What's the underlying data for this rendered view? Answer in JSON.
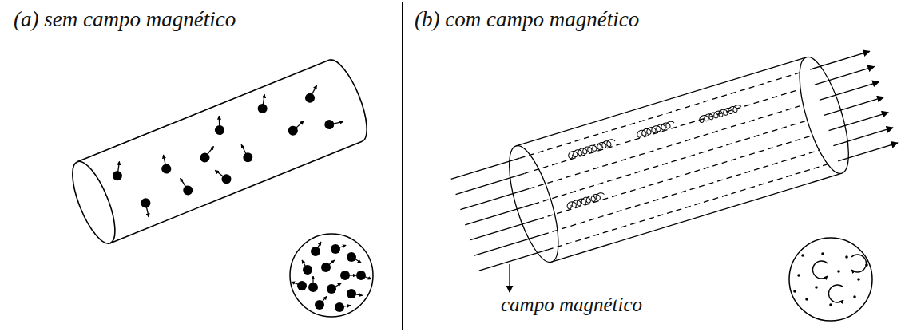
{
  "diagram": {
    "nodes": [
      {
        "text": [
          "(a) sem campo magnético"
        ]
      },
      {
        "text": [
          "(b) com campo magnético"
        ]
      }
    ],
    "labels": [
      "campo magnético"
    ]
  }
}
